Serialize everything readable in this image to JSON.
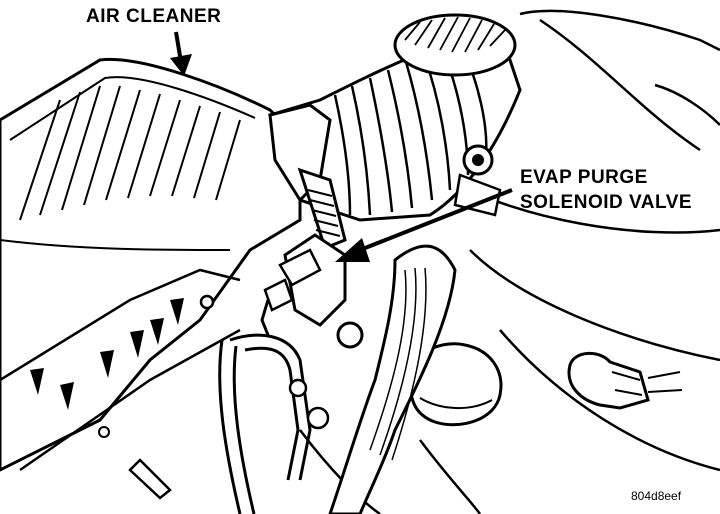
{
  "labels": {
    "air_cleaner": "AIR CLEANER",
    "evap_line1": "EVAP PURGE",
    "evap_line2": "SOLENOID VALVE",
    "figure_code": "804d8eef"
  },
  "colors": {
    "ink": "#000000",
    "paper": "#ffffff"
  }
}
